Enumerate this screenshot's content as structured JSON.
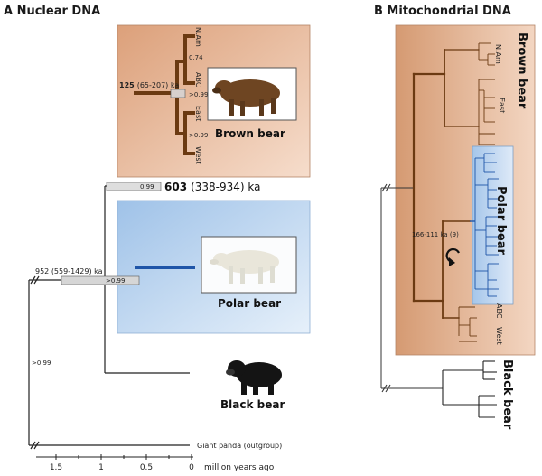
{
  "panel_a": {
    "title": "A Nuclear DNA",
    "leaves": [
      "N.Am",
      "ABC",
      "East",
      "West"
    ],
    "supports": {
      "n_am_abc": "0.74",
      "brown_clade": ">0.99",
      "east_west": ">0.99",
      "split": "0.99",
      "black": ">0.99",
      "root": ">0.99"
    },
    "brown_node": {
      "bold": "125",
      "range": "(65-207) ka"
    },
    "split_node": {
      "bold": "603",
      "range": "(338-934) ka"
    },
    "black_node": {
      "text": "952 (559-1429) ka"
    },
    "labels": {
      "brown": "Brown bear",
      "polar": "Polar bear",
      "black": "Black bear",
      "panda": "Giant panda (outgroup)"
    },
    "axis": {
      "ticks": [
        "1.5",
        "1",
        "0.5",
        "0"
      ],
      "unit": "million years ago"
    }
  },
  "panel_b": {
    "title": "B Mitochondrial DNA",
    "labels": {
      "brown": "Brown bear",
      "polar": "Polar bear",
      "black": "Black bear"
    },
    "leaves": [
      "N.Am",
      "East",
      "ABC",
      "West"
    ],
    "node": "166-111 ka (9)"
  },
  "colors": {
    "brown": "#6b3a12",
    "polar": "#1f55a8",
    "brown_bg": "#e8b796",
    "polar_bg": "#a9c9ea"
  }
}
